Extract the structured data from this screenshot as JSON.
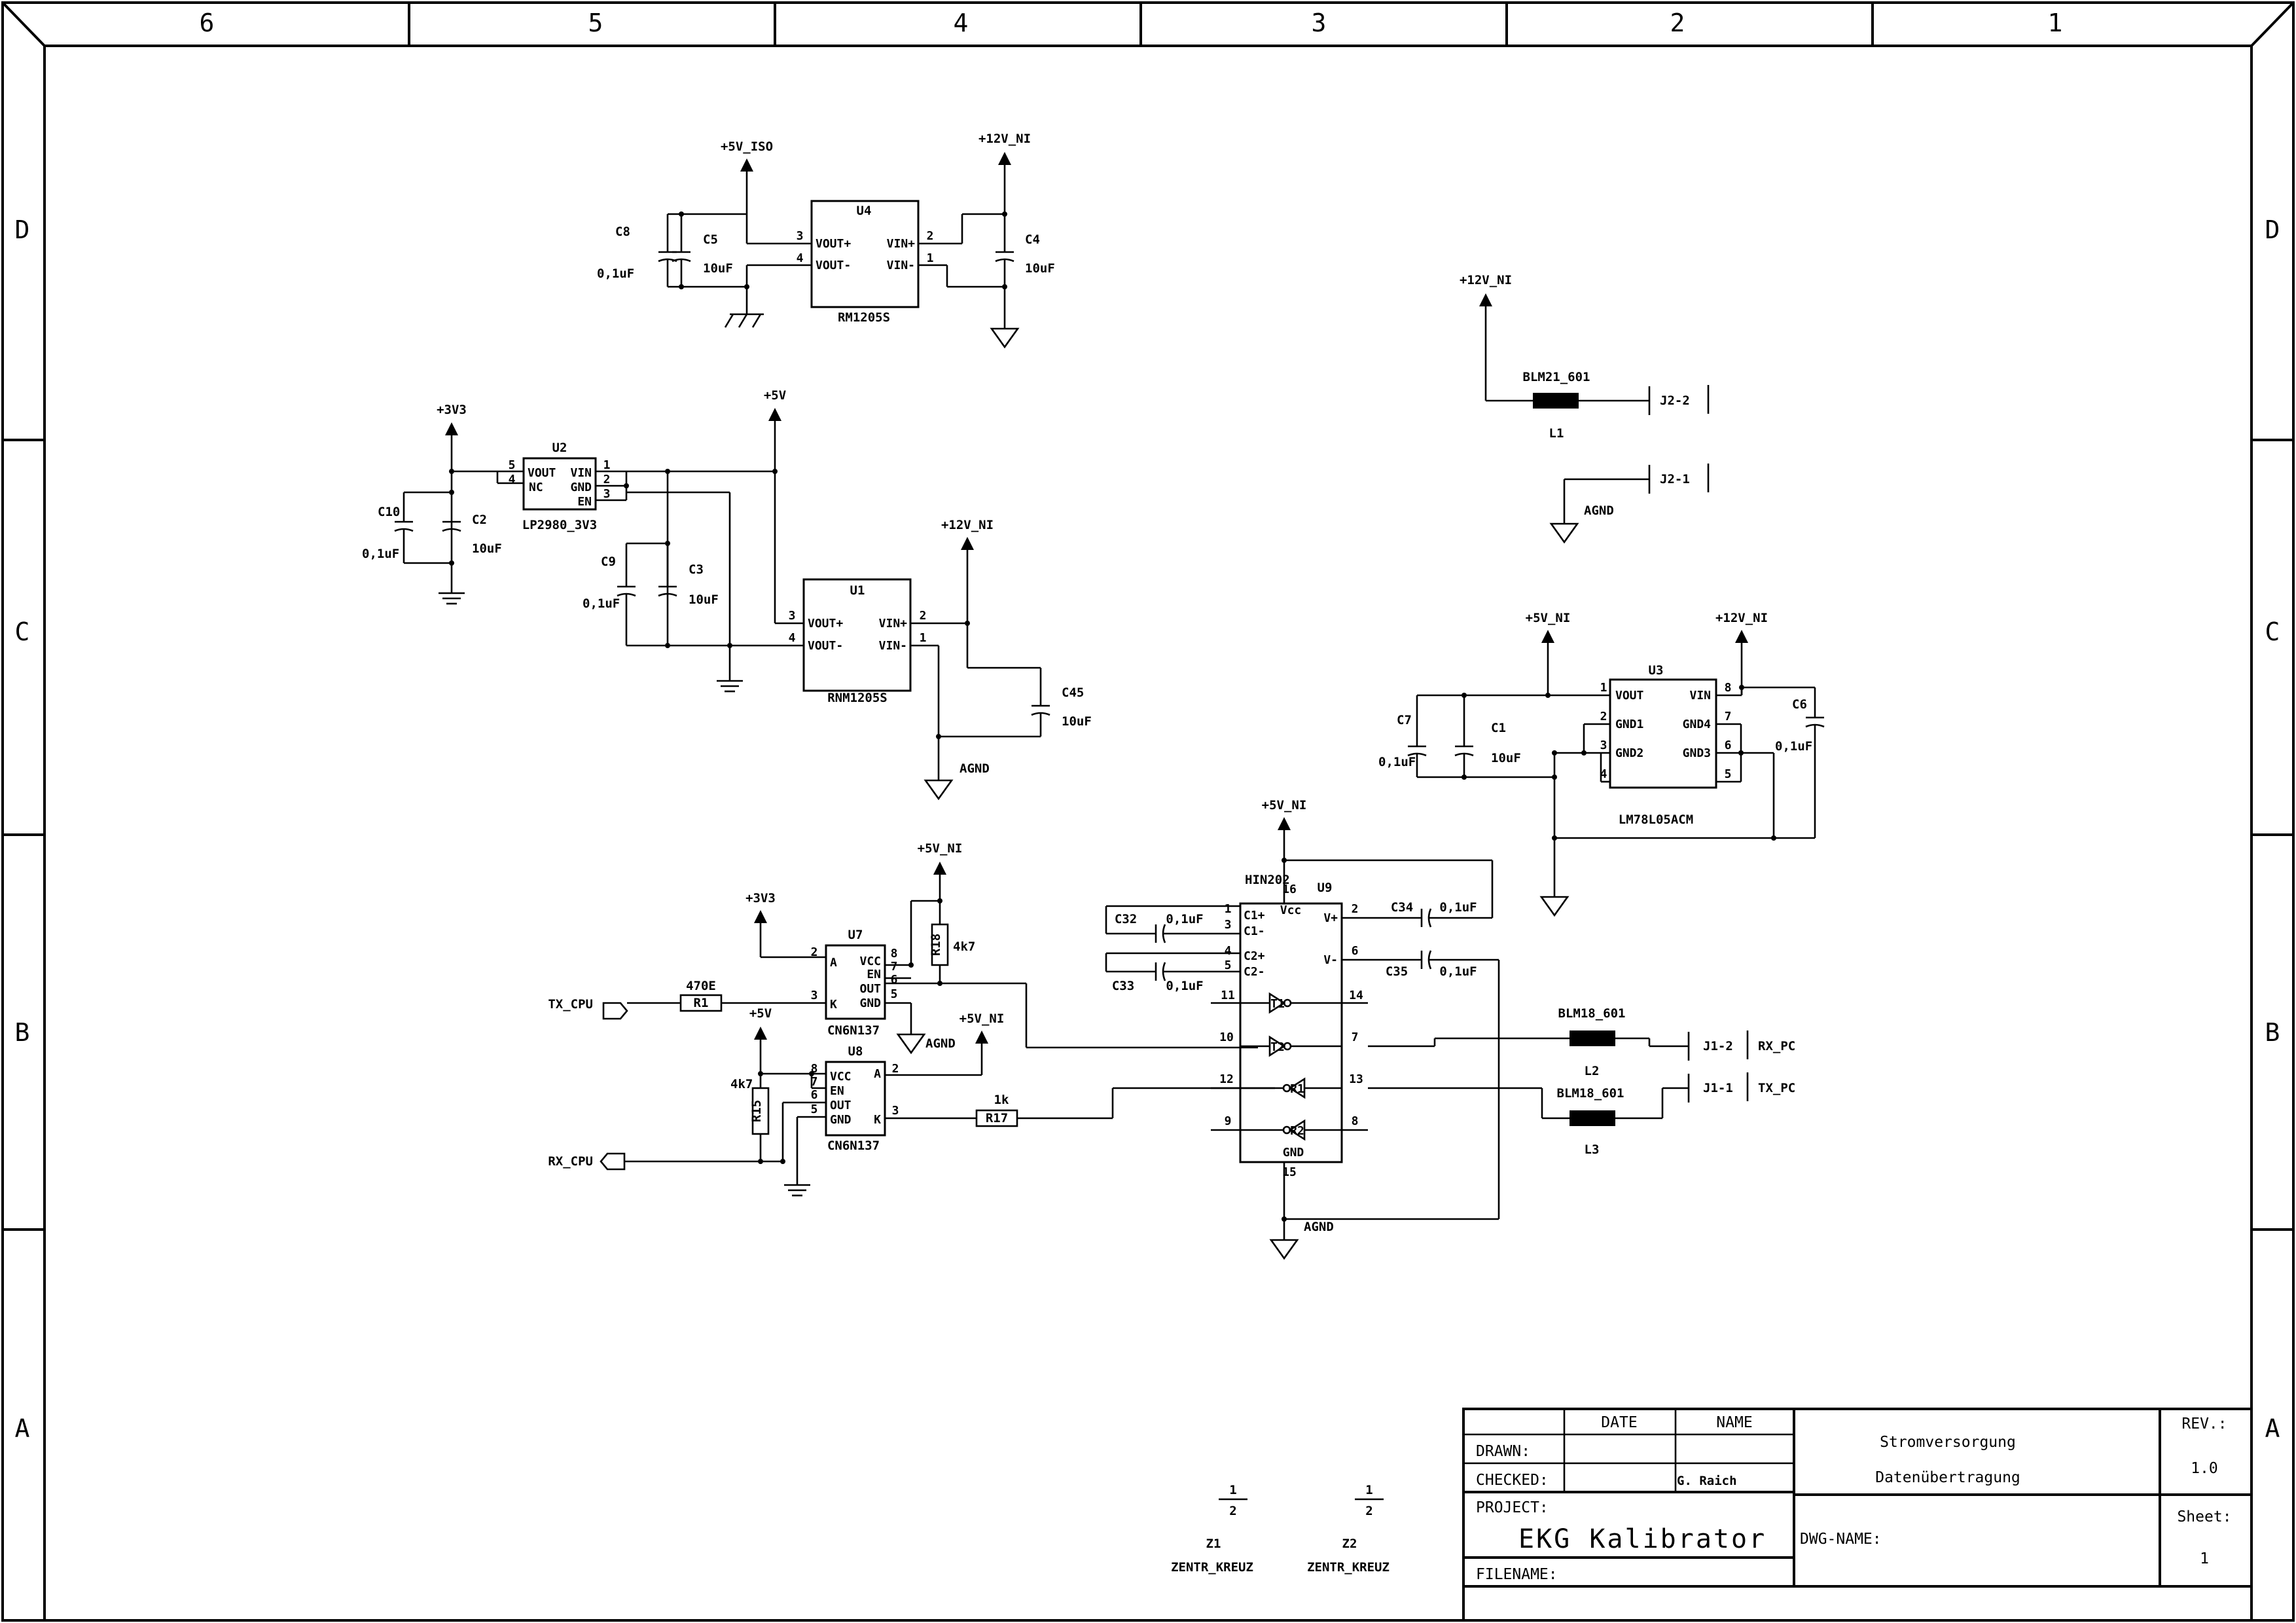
{
  "frame": {
    "columns": [
      "6",
      "5",
      "4",
      "3",
      "2",
      "1"
    ],
    "rows": [
      "D",
      "C",
      "B",
      "A"
    ]
  },
  "title_block": {
    "date_header": "DATE",
    "name_header": "NAME",
    "drawn_label": "DRAWN:",
    "checked_label": "CHECKED:",
    "checked_name": "G. Raich",
    "project_label": "PROJECT:",
    "project_name": "EKG Kalibrator",
    "filename_label": "FILENAME:",
    "title_line1": "Stromversorgung",
    "title_line2": "Datenübertragung",
    "dwg_name_label": "DWG-NAME:",
    "rev_label": "REV.:",
    "rev_value": "1.0",
    "sheet_label": "Sheet:",
    "sheet_value": "1"
  },
  "components": {
    "U4": {
      "ref": "U4",
      "value": "RM1205S",
      "pins": {
        "p3": "3",
        "p4": "4",
        "p2": "2",
        "p1": "1",
        "vout_p": "VOUT+",
        "vout_m": "VOUT-",
        "vin_p": "VIN+",
        "vin_m": "VIN-"
      }
    },
    "U2": {
      "ref": "U2",
      "value": "LP2980_3V3",
      "pins": {
        "p5": "5",
        "p4": "4",
        "p1": "1",
        "p2": "2",
        "p3": "3",
        "vout": "VOUT",
        "vin": "VIN",
        "nc": "NC",
        "gnd": "GND",
        "en": "EN"
      }
    },
    "U1": {
      "ref": "U1",
      "value": "RNM1205S",
      "pins": {
        "p3": "3",
        "p4": "4",
        "p2": "2",
        "p1": "1",
        "vout_p": "VOUT+",
        "vout_m": "VOUT-",
        "vin_p": "VIN+",
        "vin_m": "VIN-"
      }
    },
    "U3": {
      "ref": "U3",
      "value": "LM78L05ACM",
      "pins": {
        "p1": "1",
        "p2": "2",
        "p3": "3",
        "p4": "4",
        "p5": "5",
        "p6": "6",
        "p7": "7",
        "p8": "8",
        "vout": "VOUT",
        "vin": "VIN",
        "gnd1": "GND1",
        "gnd2": "GND2",
        "gnd3": "GND3",
        "gnd4": "GND4"
      }
    },
    "U7": {
      "ref": "U7",
      "value": "CN6N137",
      "pins": {
        "p2": "2",
        "p3": "3",
        "p8": "8",
        "p7": "7",
        "p6": "6",
        "p5": "5",
        "a": "A",
        "k": "K",
        "vcc": "VCC",
        "en": "EN",
        "out": "OUT",
        "gnd": "GND"
      }
    },
    "U8": {
      "ref": "U8",
      "value": "CN6N137",
      "pins": {
        "p8": "8",
        "p7": "7",
        "p6": "6",
        "p5": "5",
        "p2": "2",
        "p3": "3",
        "vcc": "VCC",
        "en": "EN",
        "out": "OUT",
        "gnd": "GND",
        "a": "A",
        "k": "K"
      }
    },
    "U9": {
      "ref": "U9",
      "value": "HIN202",
      "pins": {
        "p16": "16",
        "p1": "1",
        "p3": "3",
        "p4": "4",
        "p5": "5",
        "p11": "11",
        "p10": "10",
        "p12": "12",
        "p9": "9",
        "p2": "2",
        "p6": "6",
        "p14": "14",
        "p7": "7",
        "p13": "13",
        "p8": "8",
        "p15": "15",
        "vcc": "Vcc",
        "c1p": "C1+",
        "c1m": "C1-",
        "c2p": "C2+",
        "c2m": "C2-",
        "vp": "V+",
        "vm": "V-",
        "t1": "T1",
        "t2": "T2",
        "r1": "R1",
        "r2": "R2",
        "gnd": "GND"
      }
    },
    "C8": {
      "ref": "C8",
      "value": "0,1uF"
    },
    "C5": {
      "ref": "C5",
      "value": "10uF"
    },
    "C4": {
      "ref": "C4",
      "value": "10uF"
    },
    "C10": {
      "ref": "C10",
      "value": "0,1uF"
    },
    "C2": {
      "ref": "C2",
      "value": "10uF"
    },
    "C9": {
      "ref": "C9",
      "value": "0,1uF"
    },
    "C3": {
      "ref": "C3",
      "value": "10uF"
    },
    "C45": {
      "ref": "C45",
      "value": "10uF"
    },
    "C7": {
      "ref": "C7",
      "value": "0,1uF"
    },
    "C1": {
      "ref": "C1",
      "value": "10uF"
    },
    "C6": {
      "ref": "C6",
      "value": "0,1uF"
    },
    "C32": {
      "ref": "C32",
      "value": "0,1uF"
    },
    "C33": {
      "ref": "C33",
      "value": "0,1uF"
    },
    "C34": {
      "ref": "C34",
      "value": "0,1uF"
    },
    "C35": {
      "ref": "C35",
      "value": "0,1uF"
    },
    "R1": {
      "ref": "R1",
      "value": "470E"
    },
    "R18": {
      "ref": "R18",
      "value": "4k7"
    },
    "R15": {
      "ref": "R15",
      "value": "4k7"
    },
    "R17": {
      "ref": "R17",
      "value": "1k"
    },
    "L1": {
      "ref": "L1",
      "value": "BLM21_601"
    },
    "L2": {
      "ref": "L2",
      "value": "BLM18_601"
    },
    "L3": {
      "ref": "L3",
      "value": "BLM18_601"
    },
    "Z1": {
      "ref": "Z1",
      "value": "ZENTR_KREUZ",
      "n1": "1",
      "n2": "2"
    },
    "Z2": {
      "ref": "Z2",
      "value": "ZENTR_KREUZ",
      "n1": "1",
      "n2": "2"
    }
  },
  "nets": {
    "p5v_iso": "+5V_ISO",
    "p12v_ni": "+12V_NI",
    "p3v3": "+3V3",
    "p5v": "+5V",
    "p5v_ni": "+5V_NI",
    "agnd": "AGND",
    "tx_cpu": "TX_CPU",
    "rx_cpu": "RX_CPU",
    "rx_pc": "RX_PC",
    "tx_pc": "TX_PC",
    "j2_2": "J2-2",
    "j2_1": "J2-1",
    "j1_2": "J1-2",
    "j1_1": "J1-1"
  }
}
